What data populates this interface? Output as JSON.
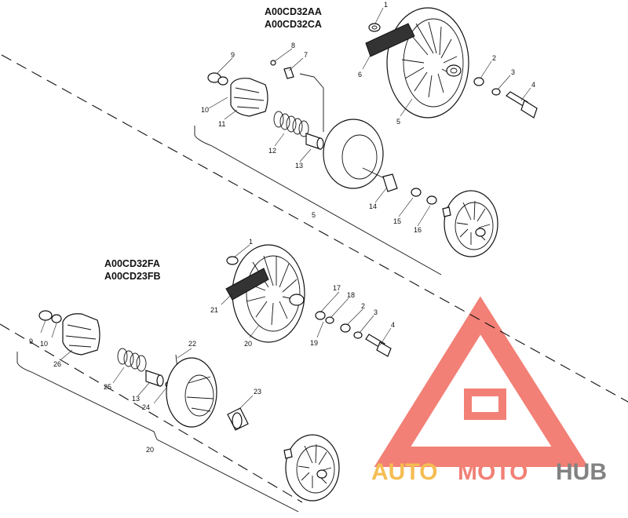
{
  "groups": {
    "upper": {
      "codes": [
        "A00CD32AA",
        "A00CD32CA"
      ]
    },
    "lower": {
      "codes": [
        "A00CD32FA",
        "A00CD23FB"
      ]
    }
  },
  "callouts": {
    "upper": [
      "1",
      "2",
      "3",
      "4",
      "5",
      "6",
      "7",
      "8",
      "9",
      "10",
      "11",
      "12",
      "13",
      "14",
      "15",
      "16",
      "5"
    ],
    "lower": [
      "1",
      "17",
      "18",
      "2",
      "3",
      "4",
      "9",
      "10",
      "26",
      "21",
      "20",
      "19",
      "22",
      "25",
      "13",
      "24",
      "23",
      "20"
    ]
  },
  "watermark": {
    "word_a": "AUTO",
    "word_b": "MOTO",
    "word_c": "HUB",
    "colors": {
      "auto": "#f4b234",
      "moto": "#ef6a5e",
      "hub": "#6d6d6d",
      "triangle": "#f06b5f"
    }
  }
}
